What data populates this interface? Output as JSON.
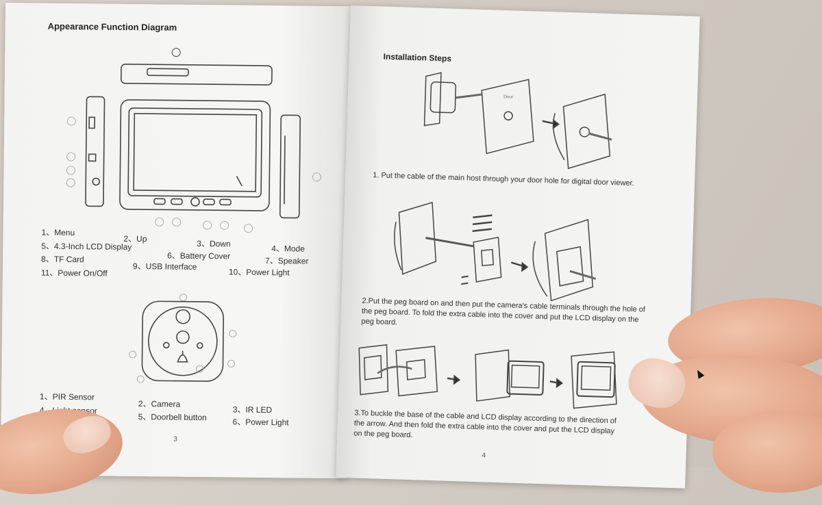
{
  "left_page": {
    "title": "Appearance Function Diagram",
    "device_labels": [
      "1、Menu",
      "2、Up",
      "3、Down",
      "4、Mode",
      "5、4.3-Inch LCD Display",
      "6、Battery Cover",
      "7、Speaker",
      "8、TF Card",
      "9、USB Interface",
      "10、Power Light",
      "11、Power On/Off"
    ],
    "camera_labels": [
      "1、PIR Sensor",
      "2、Camera",
      "3、IR LED",
      "4、Light sensor",
      "5、Doorbell button",
      "6、Power Light"
    ],
    "page_number": "3"
  },
  "right_page": {
    "title": "Installation Steps",
    "step1": "1. Put the cable of the main host through your door hole for digital door viewer.",
    "step2": "2.Put the peg board on and then put the camera's cable terminals through the hole of the peg board. To fold the extra cable into the cover and put the LCD display on the peg board.",
    "step3": "3.To buckle the base of the cable and LCD display according to the direction of the arrow. And then fold the extra cable into the cover and put the LCD display on the peg board.",
    "door_label": "Door",
    "page_number": "4"
  }
}
